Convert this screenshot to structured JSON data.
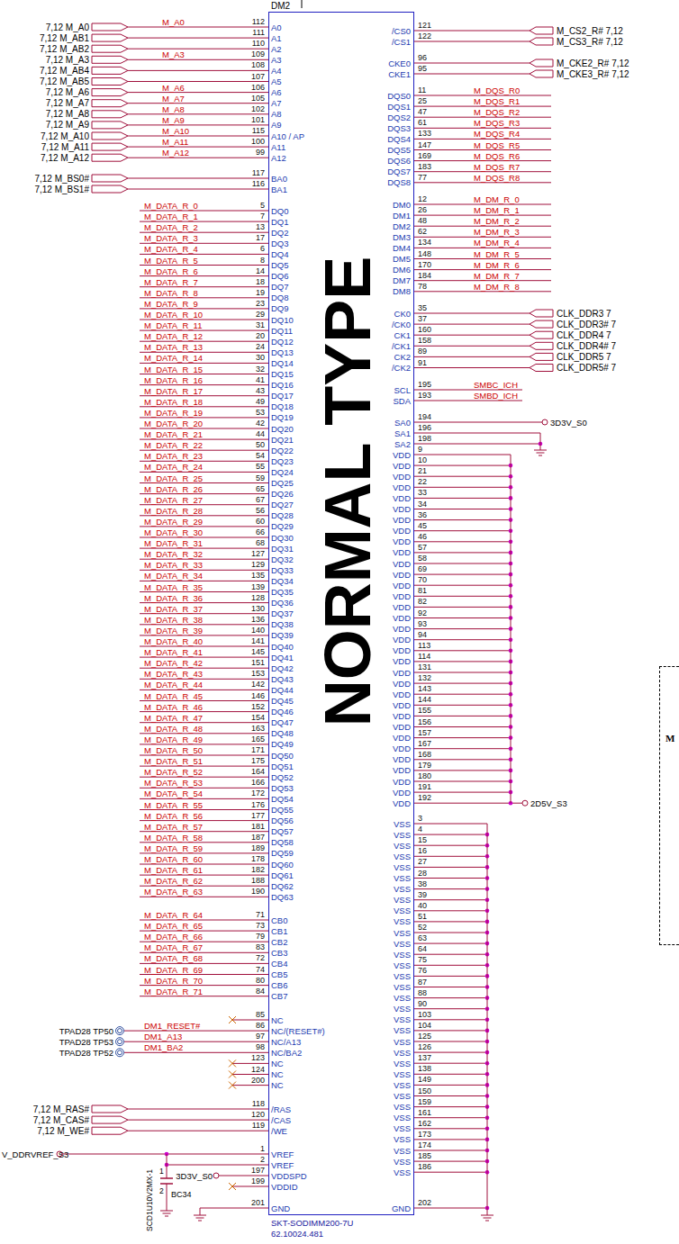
{
  "diagram": {
    "nodes": [
      {
        "text": [
          "DM2",
          "NORMAL TYPE",
          "SKT-SODIMM200-7U",
          "62.10024.481"
        ]
      },
      {
        "text": [
          "M"
        ]
      }
    ],
    "labels": [
      "7,12 M_A0",
      "M_A0",
      "112",
      "A0",
      "7,12 M_AB1",
      "111",
      "A1",
      "7,12 M_AB2",
      "110",
      "A2",
      "7,12 M_A3",
      "M_A3",
      "109",
      "A3",
      "7,12 M_AB4",
      "108",
      "A4",
      "7,12 M_AB5",
      "107",
      "A5",
      "7,12 M_A6",
      "M_A6",
      "106",
      "A6",
      "7,12 M_A7",
      "M_A7",
      "105",
      "A7",
      "7,12 M_A8",
      "M_A8",
      "102",
      "A8",
      "7,12 M_A9",
      "M_A9",
      "101",
      "A9",
      "7,12 M_A10",
      "M_A10",
      "115",
      "A10 / AP",
      "7,12 M_A11",
      "M_A11",
      "100",
      "A11",
      "7,12 M_A12",
      "M_A12",
      "99",
      "A12",
      "7,12 M_BS0#",
      "117",
      "BA0",
      "7,12 M_BS1#",
      "116",
      "BA1",
      "M_DATA_R_0",
      "5",
      "DQ0",
      "M_DATA_R_1",
      "7",
      "DQ1",
      "M_DATA_R_2",
      "13",
      "DQ2",
      "M_DATA_R_3",
      "17",
      "DQ3",
      "M_DATA_R_4",
      "6",
      "DQ4",
      "M_DATA_R_5",
      "8",
      "DQ5",
      "M_DATA_R_6",
      "14",
      "DQ6",
      "M_DATA_R_7",
      "18",
      "DQ7",
      "M_DATA_R_8",
      "19",
      "DQ8",
      "M_DATA_R_9",
      "23",
      "DQ9",
      "M_DATA_R_10",
      "29",
      "DQ10",
      "M_DATA_R_11",
      "31",
      "DQ11",
      "M_DATA_R_12",
      "20",
      "DQ12",
      "M_DATA_R_13",
      "24",
      "DQ13",
      "M_DATA_R_14",
      "30",
      "DQ14",
      "M_DATA_R_15",
      "32",
      "DQ15",
      "M_DATA_R_16",
      "41",
      "DQ16",
      "M_DATA_R_17",
      "43",
      "DQ17",
      "M_DATA_R_18",
      "49",
      "DQ18",
      "M_DATA_R_19",
      "53",
      "DQ19",
      "M_DATA_R_20",
      "42",
      "DQ20",
      "M_DATA_R_21",
      "44",
      "DQ21",
      "M_DATA_R_22",
      "50",
      "DQ22",
      "M_DATA_R_23",
      "54",
      "DQ23",
      "M_DATA_R_24",
      "55",
      "DQ24",
      "M_DATA_R_25",
      "59",
      "DQ25",
      "M_DATA_R_26",
      "65",
      "DQ26",
      "M_DATA_R_27",
      "67",
      "DQ27",
      "M_DATA_R_28",
      "56",
      "DQ28",
      "M_DATA_R_29",
      "60",
      "DQ29",
      "M_DATA_R_30",
      "66",
      "DQ30",
      "M_DATA_R_31",
      "68",
      "DQ31",
      "M_DATA_R_32",
      "127",
      "DQ32",
      "M_DATA_R_33",
      "129",
      "DQ33",
      "M_DATA_R_34",
      "135",
      "DQ34",
      "M_DATA_R_35",
      "139",
      "DQ35",
      "M_DATA_R_36",
      "128",
      "DQ36",
      "M_DATA_R_37",
      "130",
      "DQ37",
      "M_DATA_R_38",
      "136",
      "DQ38",
      "M_DATA_R_39",
      "140",
      "DQ39",
      "M_DATA_R_40",
      "141",
      "DQ40",
      "M_DATA_R_41",
      "145",
      "DQ41",
      "M_DATA_R_42",
      "151",
      "DQ42",
      "M_DATA_R_43",
      "153",
      "DQ43",
      "M_DATA_R_44",
      "142",
      "DQ44",
      "M_DATA_R_45",
      "146",
      "DQ45",
      "M_DATA_R_46",
      "152",
      "DQ46",
      "M_DATA_R_47",
      "154",
      "DQ47",
      "M_DATA_R_48",
      "163",
      "DQ48",
      "M_DATA_R_49",
      "165",
      "DQ49",
      "M_DATA_R_50",
      "171",
      "DQ50",
      "M_DATA_R_51",
      "175",
      "DQ51",
      "M_DATA_R_52",
      "164",
      "DQ52",
      "M_DATA_R_53",
      "166",
      "DQ53",
      "M_DATA_R_54",
      "172",
      "DQ54",
      "M_DATA_R_55",
      "176",
      "DQ55",
      "M_DATA_R_56",
      "177",
      "DQ56",
      "M_DATA_R_57",
      "181",
      "DQ57",
      "M_DATA_R_58",
      "187",
      "DQ58",
      "M_DATA_R_59",
      "189",
      "DQ59",
      "M_DATA_R_60",
      "178",
      "DQ60",
      "M_DATA_R_61",
      "182",
      "DQ61",
      "M_DATA_R_62",
      "188",
      "DQ62",
      "M_DATA_R_63",
      "190",
      "DQ63",
      "M_DATA_R_64",
      "71",
      "CB0",
      "M_DATA_R_65",
      "73",
      "CB1",
      "M_DATA_R_66",
      "79",
      "CB2",
      "M_DATA_R_67",
      "83",
      "CB3",
      "M_DATA_R_68",
      "72",
      "CB4",
      "M_DATA_R_69",
      "74",
      "CB5",
      "M_DATA_R_70",
      "80",
      "CB6",
      "M_DATA_R_71",
      "84",
      "CB7",
      "85",
      "NC",
      "TPAD28 TP50",
      "DM1_RESET#",
      "86",
      "NC/(RESET#)",
      "TPAD28 TP53",
      "DM1_A13",
      "97",
      "NC/A13",
      "TPAD28 TP52",
      "DM1_BA2",
      "98",
      "NC/BA2",
      "123",
      "NC",
      "124",
      "NC",
      "200",
      "NC",
      "7,12 M_RAS#",
      "118",
      "/RAS",
      "7,12 M_CAS#",
      "120",
      "/CAS",
      "7,12 M_WE#",
      "119",
      "/WE",
      "V_DDRVREF_S3",
      "1",
      "VREF",
      "2",
      "VREF",
      "3D3V_S0",
      "197",
      "VDDSPD",
      "199",
      "VDDID",
      "201",
      "GND",
      "SCD1U10V2MX-1",
      "BC34",
      "1",
      "2",
      "/CS0",
      "121",
      "M_CS2_R# 7,12",
      "/CS1",
      "122",
      "M_CS3_R# 7,12",
      "CKE0",
      "96",
      "M_CKE2_R# 7,12",
      "CKE1",
      "95",
      "M_CKE3_R# 7,12",
      "DQS0",
      "11",
      "M_DQS_R0",
      "DQS1",
      "25",
      "M_DQS_R1",
      "DQS2",
      "47",
      "M_DQS_R2",
      "DQS3",
      "61",
      "M_DQS_R3",
      "DQS4",
      "133",
      "M_DQS_R4",
      "DQS5",
      "147",
      "M_DQS_R5",
      "DQS6",
      "169",
      "M_DQS_R6",
      "DQS7",
      "183",
      "M_DQS_R7",
      "DQS8",
      "77",
      "M_DQS_R8",
      "DM0",
      "12",
      "M_DM_R_0",
      "DM1",
      "26",
      "M_DM_R_1",
      "DM2",
      "48",
      "M_DM_R_2",
      "DM3",
      "62",
      "M_DM_R_3",
      "DM4",
      "134",
      "M_DM_R_4",
      "DM5",
      "148",
      "M_DM_R_5",
      "DM6",
      "170",
      "M_DM_R_6",
      "DM7",
      "184",
      "M_DM_R_7",
      "DM8",
      "78",
      "M_DM_R_8",
      "CK0",
      "35",
      "CLK_DDR3 7",
      "/CK0",
      "37",
      "CLK_DDR3# 7",
      "CK1",
      "160",
      "CLK_DDR4 7",
      "/CK1",
      "158",
      "CLK_DDR4# 7",
      "CK2",
      "89",
      "CLK_DDR5 7",
      "/CK2",
      "91",
      "CLK_DDR5# 7",
      "SCL",
      "195",
      "SMBC_ICH",
      "SDA",
      "193",
      "SMBD_ICH",
      "SA0",
      "194",
      "3D3V_S0",
      "SA1",
      "196",
      "SA2",
      "198",
      "VDD",
      "9",
      "VDD",
      "10",
      "VDD",
      "21",
      "VDD",
      "22",
      "VDD",
      "33",
      "VDD",
      "34",
      "VDD",
      "36",
      "VDD",
      "45",
      "VDD",
      "46",
      "VDD",
      "57",
      "VDD",
      "58",
      "VDD",
      "69",
      "VDD",
      "70",
      "VDD",
      "81",
      "VDD",
      "82",
      "VDD",
      "92",
      "VDD",
      "93",
      "VDD",
      "94",
      "VDD",
      "113",
      "VDD",
      "114",
      "VDD",
      "131",
      "VDD",
      "132",
      "VDD",
      "143",
      "VDD",
      "144",
      "VDD",
      "155",
      "VDD",
      "156",
      "VDD",
      "157",
      "VDD",
      "167",
      "VDD",
      "168",
      "VDD",
      "179",
      "VDD",
      "180",
      "VDD",
      "191",
      "VDD",
      "192",
      "2D5V_S3",
      "VSS",
      "3",
      "VSS",
      "4",
      "VSS",
      "15",
      "VSS",
      "16",
      "VSS",
      "27",
      "VSS",
      "28",
      "VSS",
      "38",
      "VSS",
      "39",
      "VSS",
      "40",
      "VSS",
      "51",
      "VSS",
      "52",
      "VSS",
      "63",
      "VSS",
      "64",
      "VSS",
      "75",
      "VSS",
      "76",
      "VSS",
      "87",
      "VSS",
      "88",
      "VSS",
      "90",
      "VSS",
      "103",
      "VSS",
      "104",
      "VSS",
      "125",
      "VSS",
      "126",
      "VSS",
      "137",
      "VSS",
      "138",
      "VSS",
      "149",
      "VSS",
      "150",
      "VSS",
      "159",
      "VSS",
      "161",
      "VSS",
      "162",
      "VSS",
      "173",
      "VSS",
      "174",
      "VSS",
      "185",
      "VSS",
      "186",
      "GND",
      "202"
    ]
  }
}
